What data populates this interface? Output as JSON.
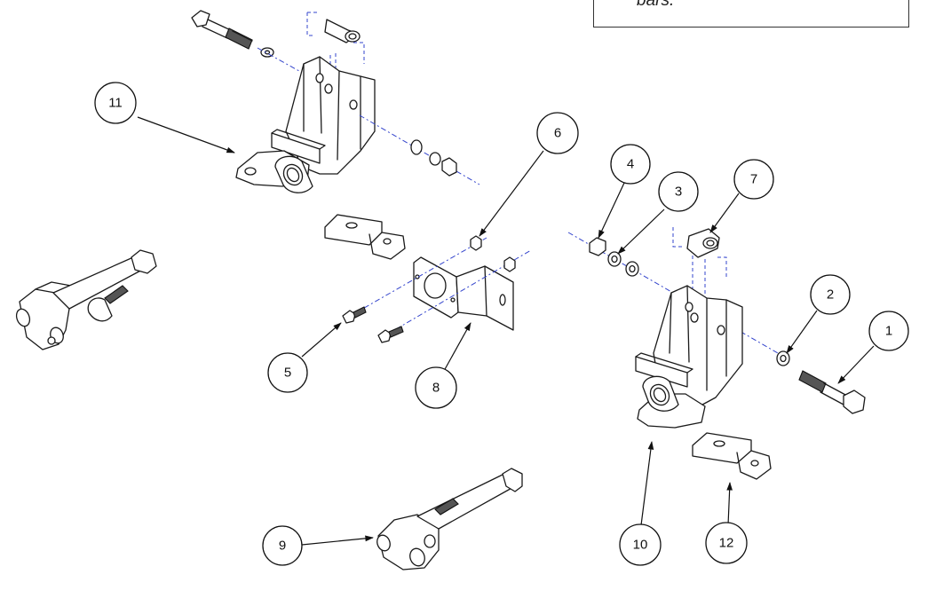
{
  "note": {
    "text": "bars."
  },
  "callouts": [
    {
      "id": "callout-1",
      "label": "1"
    },
    {
      "id": "callout-2",
      "label": "2"
    },
    {
      "id": "callout-3",
      "label": "3"
    },
    {
      "id": "callout-4",
      "label": "4"
    },
    {
      "id": "callout-5",
      "label": "5"
    },
    {
      "id": "callout-6",
      "label": "6"
    },
    {
      "id": "callout-7",
      "label": "7"
    },
    {
      "id": "callout-8",
      "label": "8"
    },
    {
      "id": "callout-9",
      "label": "9"
    },
    {
      "id": "callout-10",
      "label": "10"
    },
    {
      "id": "callout-11",
      "label": "11"
    },
    {
      "id": "callout-12",
      "label": "12"
    }
  ]
}
